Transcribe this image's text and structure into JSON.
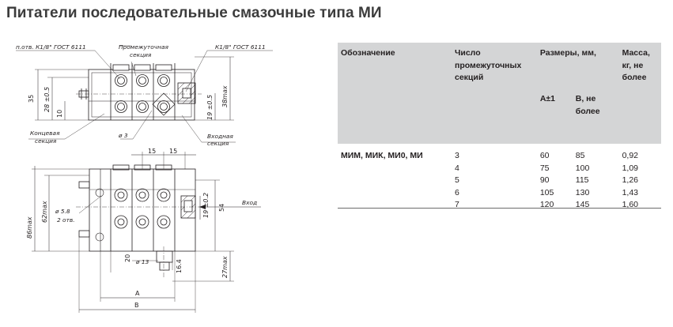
{
  "title": "Питатели последовательные смазочные типа МИ",
  "drawing": {
    "callouts": {
      "inlet_hole": "п.отв. К1/8\" ГОСТ 6111",
      "middle_section": "Промежуточная",
      "middle_section_2": "секция",
      "outlet_thread": "К1/8\" ГОСТ 6111",
      "end_section": "Концевая",
      "end_section_2": "секция",
      "hole_d3": "ø 3",
      "inlet_section": "Входная",
      "inlet_section_2": "секция",
      "hole_d58": "ø 5.8",
      "two_holes": "2 отв.",
      "hole_d13": "ø 13",
      "inlet": "Вход"
    },
    "dimensions": {
      "d35": "35",
      "d28": "28 ±0.5",
      "d10": "10",
      "d19_top": "19 ±0.5",
      "d38max": "38max",
      "d15a": "15",
      "d15b": "15",
      "d62max": "62max",
      "d86max": "86max",
      "d19_side": "19 ±0.2",
      "d54": "54",
      "d20": "20",
      "d16_4": "16.4",
      "d27max": "27max",
      "dA": "A",
      "dB": "B"
    }
  },
  "table": {
    "headers": {
      "designation": "Обозначение",
      "sections": "Число промежуточных секций",
      "sizes": "Размеры, мм,",
      "a": "А±1",
      "b": "В, не более",
      "mass": "Масса, кг, не более"
    },
    "designation": "МИМ, МИК, МИ0, МИ",
    "rows": [
      {
        "sections": "3",
        "a": "60",
        "b": "85",
        "mass": "0,92"
      },
      {
        "sections": "4",
        "a": "75",
        "b": "100",
        "mass": "1,09"
      },
      {
        "sections": "5",
        "a": "90",
        "b": "115",
        "mass": "1,26"
      },
      {
        "sections": "6",
        "a": "105",
        "b": "130",
        "mass": "1,43"
      },
      {
        "sections": "7",
        "a": "120",
        "b": "145",
        "mass": "1,60"
      }
    ]
  }
}
